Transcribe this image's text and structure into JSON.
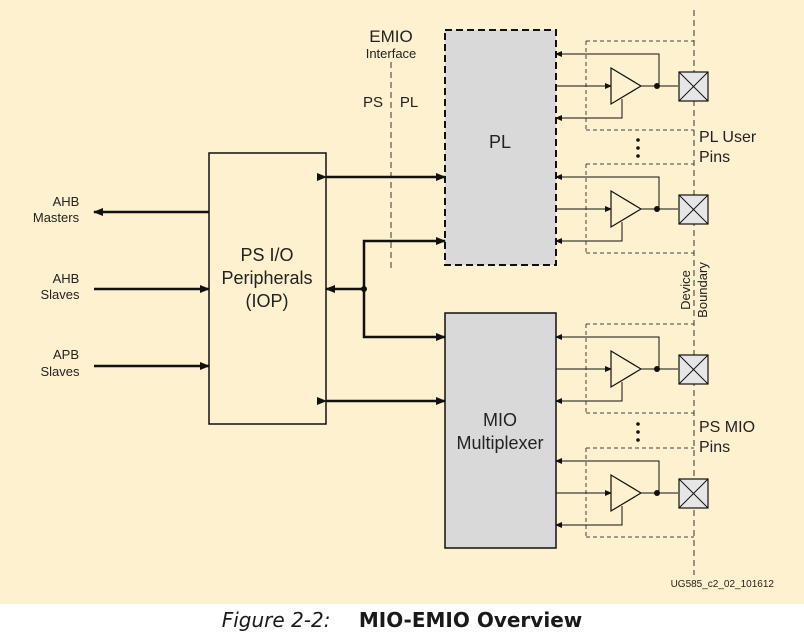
{
  "emio": {
    "title": "EMIO",
    "subtitle": "Interface",
    "ps": "PS",
    "pl": "PL"
  },
  "pl_block": {
    "label": "PL"
  },
  "iop": {
    "line1": "PS I/O",
    "line2": "Peripherals",
    "line3": "(IOP)"
  },
  "mio": {
    "line1": "MIO",
    "line2": "Multiplexer"
  },
  "inputs": {
    "ahb_masters": [
      "AHB",
      "Masters"
    ],
    "ahb_slaves": [
      "AHB",
      "Slaves"
    ],
    "apb_slaves": [
      "APB",
      "Slaves"
    ]
  },
  "pins": {
    "pl_user": [
      "PL User",
      "Pins"
    ],
    "ps_mio": [
      "PS MIO",
      "Pins"
    ]
  },
  "boundary": [
    "Device",
    "Boundary"
  ],
  "doc_id": "UG585_c2_02_101612",
  "caption": {
    "label": "Figure 2-2:",
    "title": "MIO-EMIO Overview"
  },
  "colors": {
    "background": "#fdf1cf",
    "block_fill": "#d9d9d9",
    "iop_fill": "#fdf1cf"
  }
}
